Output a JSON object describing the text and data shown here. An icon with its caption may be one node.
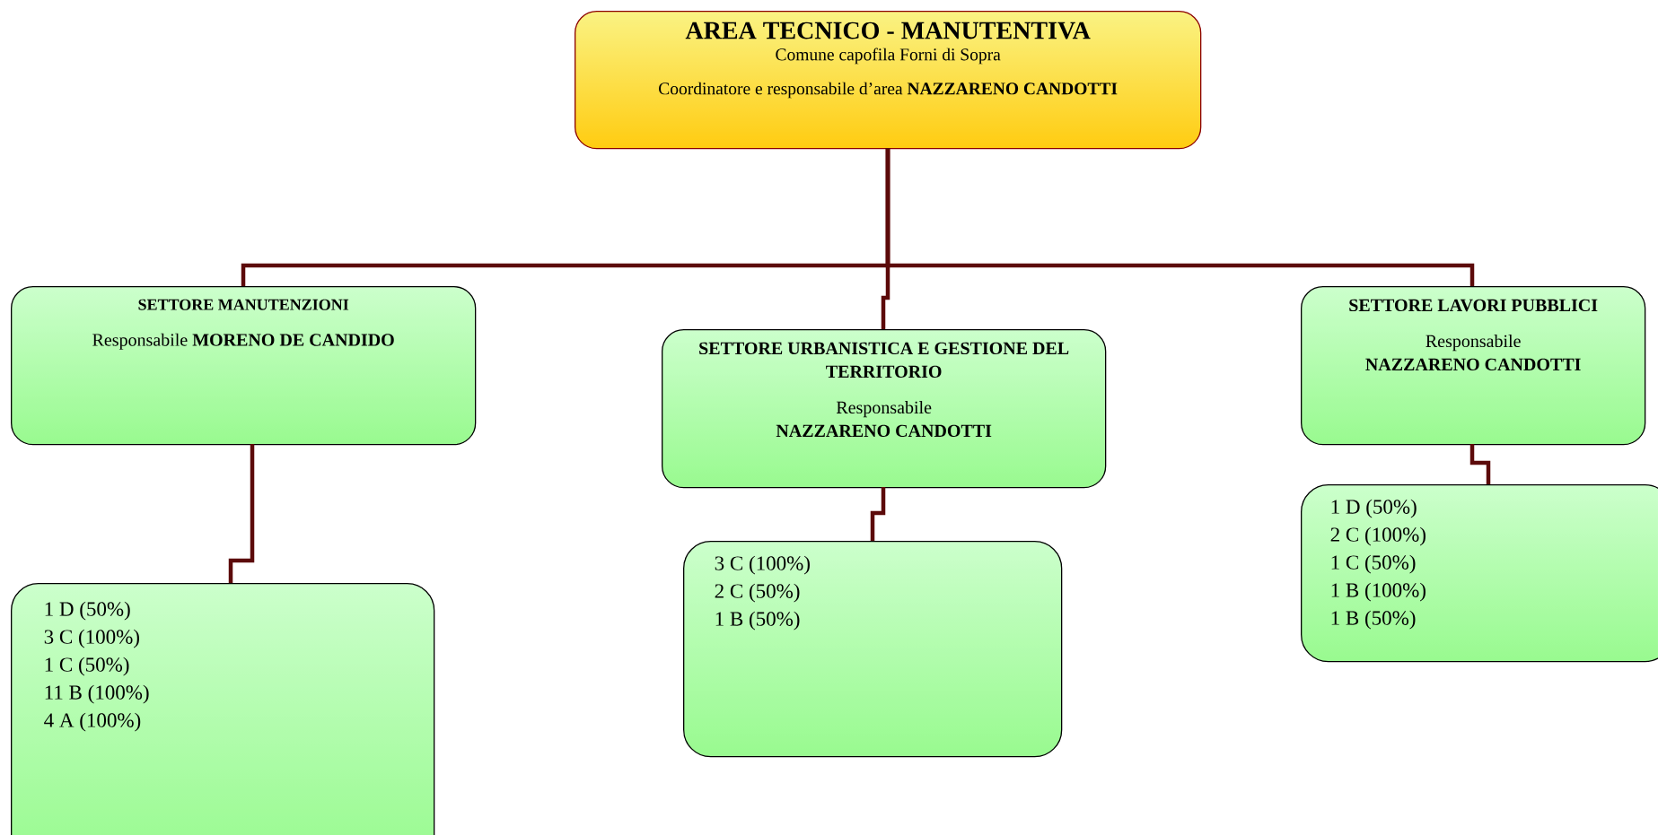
{
  "diagram": {
    "nodes": [
      {
        "text": [
          "AREA TECNICO - MANUTENTIVA",
          "Comune capofila Forni di Sopra",
          "Coordinatore e responsabile d’area **NAZZARENO CANDOTTI**"
        ]
      },
      {
        "text": [
          "SETTORE MANUTENZIONI",
          "Responsabile **MORENO DE CANDIDO**"
        ]
      },
      {
        "text": [
          "SETTORE URBANISTICA E GESTIONE DEL TERRITORIO",
          "Responsabile",
          "NAZZARENO CANDOTTI"
        ]
      },
      {
        "text": [
          "SETTORE LAVORI PUBBLICI",
          "Responsabile",
          "NAZZARENO CANDOTTI"
        ]
      },
      {
        "text": [
          "1 D (50%)",
          "3 C (100%)",
          "1 C (50%)",
          "11 B (100%)",
          "4 A (100%)"
        ]
      },
      {
        "text": [
          "3 C (100%)",
          "2 C (50%)",
          "1 B (50%)"
        ]
      },
      {
        "text": [
          "1 D (50%)",
          "2 C (100%)",
          "1 C (50%)",
          "1 B (100%)",
          "1 B (50%)"
        ]
      }
    ],
    "edges": [
      {
        "from": 0,
        "to": 1,
        "arrow": "none"
      },
      {
        "from": 0,
        "to": 2,
        "arrow": "none"
      },
      {
        "from": 0,
        "to": 3,
        "arrow": "none"
      },
      {
        "from": 1,
        "to": 4,
        "arrow": "none"
      },
      {
        "from": 2,
        "to": 5,
        "arrow": "none"
      },
      {
        "from": 3,
        "to": 6,
        "arrow": "none"
      }
    ]
  }
}
